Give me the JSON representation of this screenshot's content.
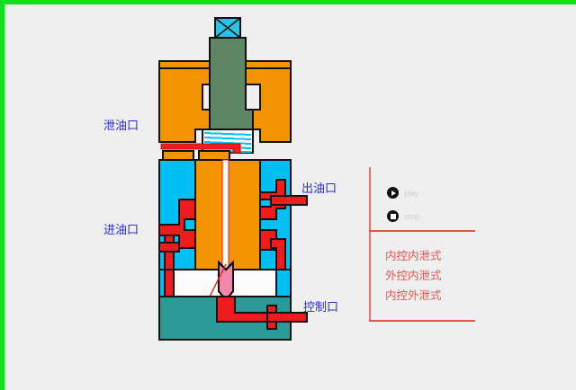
{
  "frame": {
    "accent_color": "#12dd22",
    "background": "#efeff0"
  },
  "diagram": {
    "title": "pilot-operated relief valve cross-section",
    "ports": [
      {
        "id": "drain",
        "label": "泄油口",
        "color": "#2b2bdd",
        "side": "left"
      },
      {
        "id": "inlet",
        "label": "进油口",
        "color": "#2b2bdd",
        "side": "left"
      },
      {
        "id": "outlet",
        "label": "出油口",
        "color": "#2b2bdd",
        "side": "right"
      },
      {
        "id": "control",
        "label": "控制口",
        "color": "#2b2bdd",
        "side": "right"
      }
    ],
    "colors": {
      "body_orange": "#f59402",
      "fluid_cyan": "#00bff3",
      "base_teal": "#2b9a97",
      "stem_green": "#5f8567",
      "channel_red": "#ee1c1c",
      "poppet_pink": "#f287a8",
      "screw_cyan": "#29c2e8",
      "outline": "#111111"
    }
  },
  "panel": {
    "accent_color": "#e2554f",
    "buttons": [
      {
        "id": "play",
        "label": "play",
        "icon": "play-icon"
      },
      {
        "id": "stop",
        "label": "stop",
        "icon": "stop-icon"
      }
    ],
    "options": [
      {
        "id": "opt-internal-internal",
        "label": "内控内泄式"
      },
      {
        "id": "opt-external-internal",
        "label": "外控内泄式"
      },
      {
        "id": "opt-internal-external",
        "label": "内控外泄式"
      }
    ]
  }
}
